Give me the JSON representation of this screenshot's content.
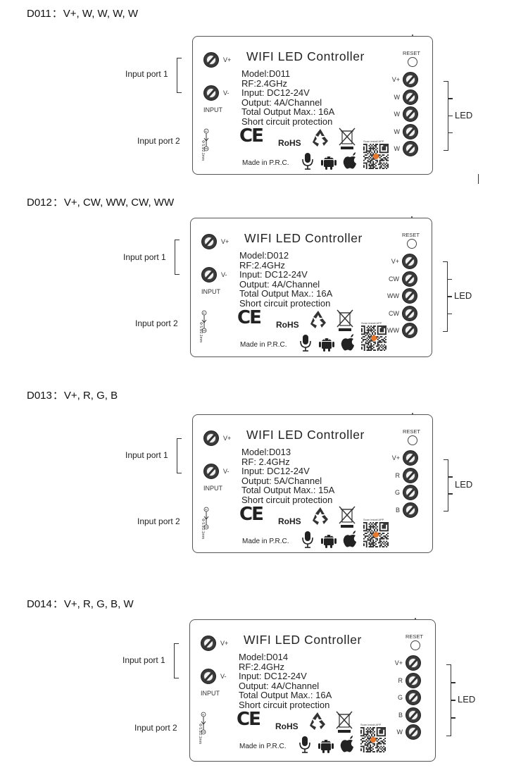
{
  "sections": [
    {
      "model": "D011",
      "colon": "：",
      "channels": "V+, W, W, W, W",
      "input_port_1": "Input port 1",
      "input_port_2": "Input port 2",
      "led_label": "LED",
      "title": "WIFI LED Controller",
      "specs": [
        "Model:D011",
        "RF:2.4GHz",
        "Input: DC12-24V",
        "Output: 4A/Channel",
        "Total Output Max.: 16A",
        "Short circuit protection"
      ],
      "terminals": [
        "V+",
        "W",
        "W",
        "W",
        "W"
      ],
      "input_terminals": [
        "V+",
        "V-"
      ],
      "input_caption": "INPUT",
      "reset": "RESET",
      "rohs": "RoHS",
      "made_in": "Made in P.R.C.",
      "scan_text": "Scan install APP",
      "dc_text": "Φ 5.5/2.1mm"
    },
    {
      "model": "D012",
      "colon": "：",
      "channels": "V+, CW, WW, CW, WW",
      "input_port_1": "Input port 1",
      "input_port_2": "Input port 2",
      "led_label": "LED",
      "title": "WIFI LED Controller",
      "specs": [
        "Model:D012",
        "RF:2.4GHz",
        "Input: DC12-24V",
        "Output: 4A/Channel",
        "Total Output Max.: 16A",
        "Short circuit protection"
      ],
      "terminals": [
        "V+",
        "CW",
        "WW",
        "CW",
        "WW"
      ],
      "input_terminals": [
        "V+",
        "V-"
      ],
      "input_caption": "INPUT",
      "reset": "RESET",
      "rohs": "RoHS",
      "made_in": "Made in P.R.C.",
      "scan_text": "Scan install APP",
      "dc_text": "Φ 5.5/2.1mm"
    },
    {
      "model": "D013",
      "colon": "：",
      "channels": "V+, R, G, B",
      "input_port_1": "Input port 1",
      "input_port_2": "Input port 2",
      "led_label": "LED",
      "title": "WIFI LED Controller",
      "specs": [
        "Model:D013",
        "RF: 2.4GHz",
        "Input: DC12-24V",
        "Output: 5A/Channel",
        "Total Output Max.: 15A",
        "Short circuit protection"
      ],
      "terminals": [
        "V+",
        "R",
        "G",
        "B"
      ],
      "input_terminals": [
        "V+",
        "V-"
      ],
      "input_caption": "INPUT",
      "reset": "RESET",
      "rohs": "RoHS",
      "made_in": "Made in P.R.C.",
      "scan_text": "Scan install APP",
      "dc_text": "Φ 5.5/2.1mm"
    },
    {
      "model": "D014",
      "colon": "：",
      "channels": "V+, R, G, B, W",
      "input_port_1": "Input port 1",
      "input_port_2": "Input port 2",
      "led_label": "LED",
      "title": "WIFI LED Controller",
      "specs": [
        "Model:D014",
        "RF:2.4GHz",
        "Input: DC12-24V",
        "Output: 4A/Channel",
        "Total Output Max.: 16A",
        "Short circuit protection"
      ],
      "terminals": [
        "V+",
        "R",
        "G",
        "B",
        "W"
      ],
      "input_terminals": [
        "V+",
        "V-"
      ],
      "input_caption": "INPUT",
      "reset": "RESET",
      "rohs": "RoHS",
      "made_in": "Made in P.R.C.",
      "scan_text": "Scan install APP",
      "dc_text": "Φ 5.5/2.1mm"
    }
  ],
  "icons": [
    "terminal-screw-icon",
    "dc-jack-icon",
    "ce-mark-icon",
    "recycle-icon",
    "weee-bin-icon",
    "microphone-icon",
    "android-icon",
    "apple-icon",
    "qr-code-icon",
    "reset-button-icon"
  ]
}
